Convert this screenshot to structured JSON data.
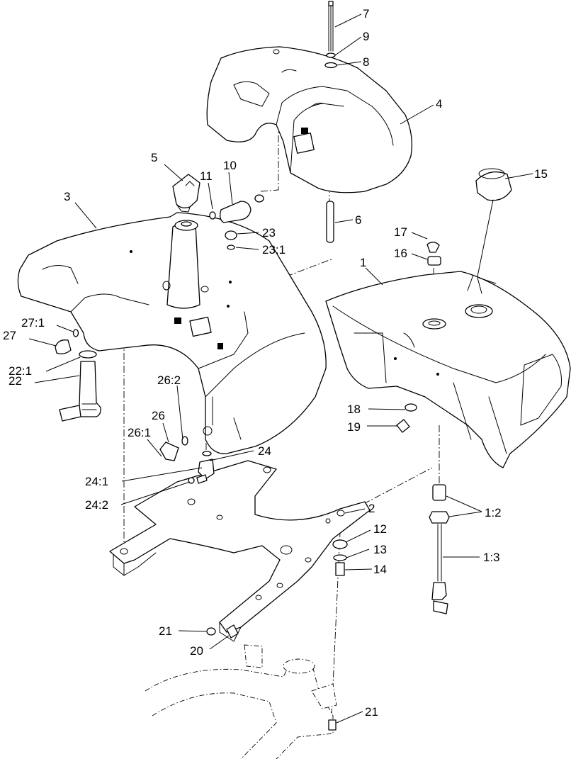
{
  "diagram": {
    "type": "exploded parts diagram",
    "callouts": [
      {
        "id": "c7",
        "label": "7"
      },
      {
        "id": "c9",
        "label": "9"
      },
      {
        "id": "c8",
        "label": "8"
      },
      {
        "id": "c4",
        "label": "4"
      },
      {
        "id": "c15",
        "label": "15"
      },
      {
        "id": "c5",
        "label": "5"
      },
      {
        "id": "c10",
        "label": "10"
      },
      {
        "id": "c11",
        "label": "11"
      },
      {
        "id": "c3",
        "label": "3"
      },
      {
        "id": "c6",
        "label": "6"
      },
      {
        "id": "c23",
        "label": "23"
      },
      {
        "id": "c23_1",
        "label": "23:1"
      },
      {
        "id": "c17",
        "label": "17"
      },
      {
        "id": "c16",
        "label": "16"
      },
      {
        "id": "c1",
        "label": "1"
      },
      {
        "id": "c27_1",
        "label": "27:1"
      },
      {
        "id": "c27",
        "label": "27"
      },
      {
        "id": "c22_1",
        "label": "22:1"
      },
      {
        "id": "c22",
        "label": "22"
      },
      {
        "id": "c26_2",
        "label": "26:2"
      },
      {
        "id": "c26",
        "label": "26"
      },
      {
        "id": "c26_1",
        "label": "26:1"
      },
      {
        "id": "c18",
        "label": "18"
      },
      {
        "id": "c19",
        "label": "19"
      },
      {
        "id": "c24",
        "label": "24"
      },
      {
        "id": "c24_1",
        "label": "24:1"
      },
      {
        "id": "c24_2",
        "label": "24:2"
      },
      {
        "id": "c2",
        "label": "2"
      },
      {
        "id": "c1_2",
        "label": "1:2"
      },
      {
        "id": "c12",
        "label": "12"
      },
      {
        "id": "c13",
        "label": "13"
      },
      {
        "id": "c14",
        "label": "14"
      },
      {
        "id": "c1_3",
        "label": "1:3"
      },
      {
        "id": "c21a",
        "label": "21"
      },
      {
        "id": "c20",
        "label": "20"
      },
      {
        "id": "c21b",
        "label": "21"
      }
    ]
  }
}
